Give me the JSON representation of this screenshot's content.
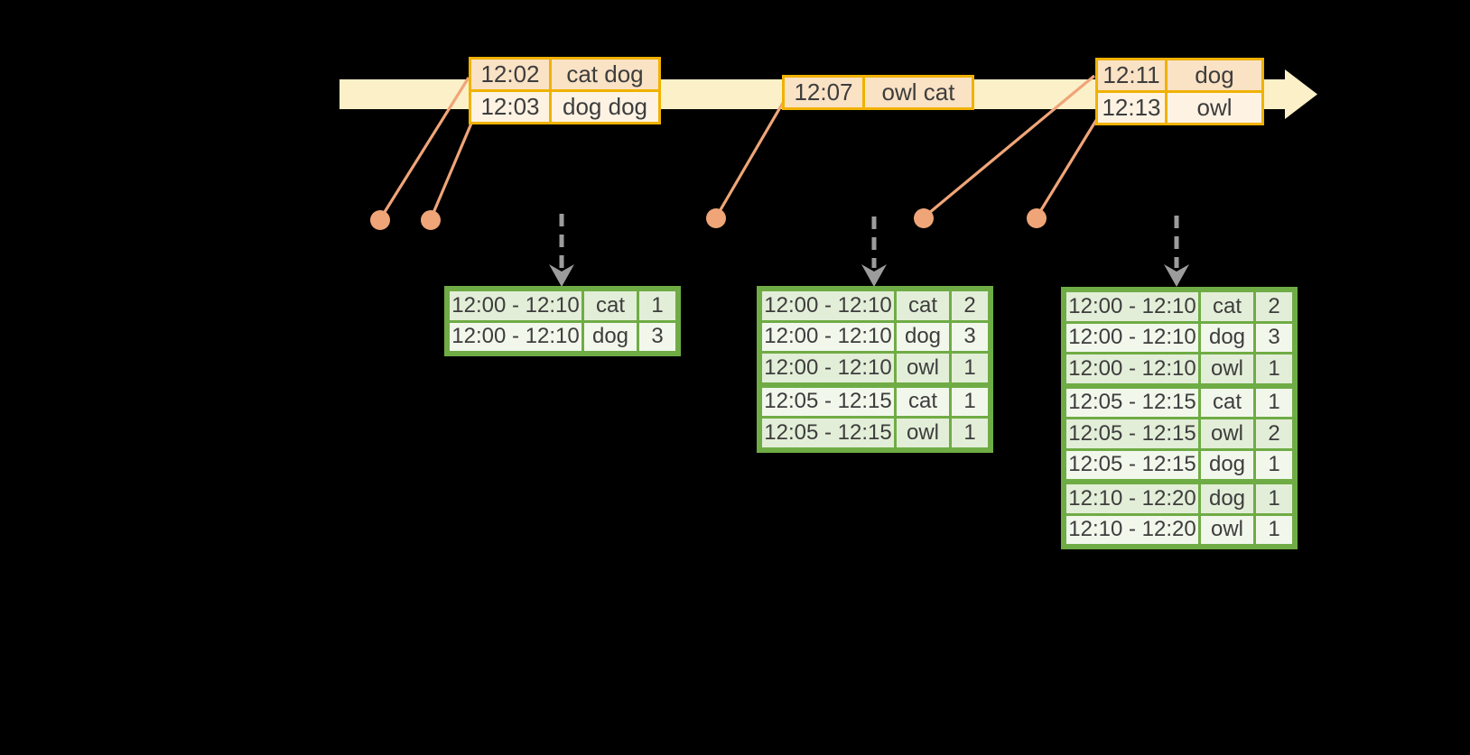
{
  "colors": {
    "background": "#000000",
    "timeline_fill": "#FCF0C8",
    "event_table_border": "#F0B200",
    "event_row_dark": "#FAE2C5",
    "event_row_light": "#FEF3E3",
    "connector_salmon": "#EFA578",
    "result_table_border": "#6FAC45",
    "result_row_dark": "#E3EED8",
    "result_row_light": "#F2F7EC",
    "trigger_arrow_gray": "#9C9C9C",
    "text": "#3D3D3D"
  },
  "event_tables": [
    {
      "rows": [
        {
          "time": "12:02",
          "words": "cat dog"
        },
        {
          "time": "12:03",
          "words": "dog dog"
        }
      ]
    },
    {
      "rows": [
        {
          "time": "12:07",
          "words": "owl cat"
        }
      ]
    },
    {
      "rows": [
        {
          "time": "12:11",
          "words": "dog"
        },
        {
          "time": "12:13",
          "words": "owl"
        }
      ]
    }
  ],
  "result_tables": [
    {
      "rows": [
        {
          "window": "12:00 - 12:10",
          "word": "cat",
          "count": 1
        },
        {
          "window": "12:00 - 12:10",
          "word": "dog",
          "count": 3
        }
      ]
    },
    {
      "rows": [
        {
          "window": "12:00 - 12:10",
          "word": "cat",
          "count": 2
        },
        {
          "window": "12:00 - 12:10",
          "word": "dog",
          "count": 3
        },
        {
          "window": "12:00 - 12:10",
          "word": "owl",
          "count": 1
        },
        {
          "window": "12:05 - 12:15",
          "word": "cat",
          "count": 1
        },
        {
          "window": "12:05 - 12:15",
          "word": "owl",
          "count": 1
        }
      ]
    },
    {
      "rows": [
        {
          "window": "12:00 - 12:10",
          "word": "cat",
          "count": 2
        },
        {
          "window": "12:00 - 12:10",
          "word": "dog",
          "count": 3
        },
        {
          "window": "12:00 - 12:10",
          "word": "owl",
          "count": 1
        },
        {
          "window": "12:05 - 12:15",
          "word": "cat",
          "count": 1
        },
        {
          "window": "12:05 - 12:15",
          "word": "owl",
          "count": 2
        },
        {
          "window": "12:05 - 12:15",
          "word": "dog",
          "count": 1
        },
        {
          "window": "12:10 - 12:20",
          "word": "dog",
          "count": 1
        },
        {
          "window": "12:10 - 12:20",
          "word": "owl",
          "count": 1
        }
      ]
    }
  ]
}
